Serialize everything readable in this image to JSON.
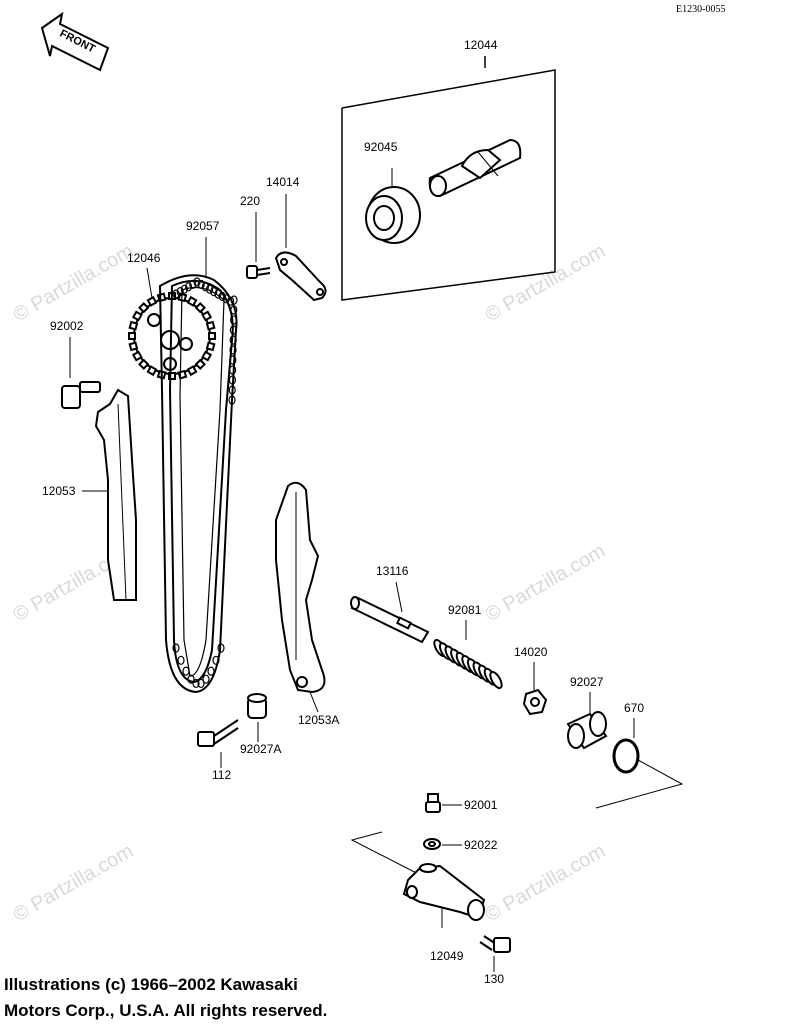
{
  "diagram": {
    "id": "E1230-0055",
    "front_arrow_label": "FRONT",
    "watermark": "© Partzilla.com",
    "copyright_line1": "Illustrations (c) 1966–2002 Kawasaki",
    "copyright_line2": "Motors Corp., U.S.A.  All rights reserved."
  },
  "parts": {
    "p12044": "12044",
    "p92045": "92045",
    "p14014": "14014",
    "p220": "220",
    "p92057": "92057",
    "p12046": "12046",
    "p92002": "92002",
    "p12053": "12053",
    "p13116": "13116",
    "p92081": "92081",
    "p14020": "14020",
    "p92027": "92027",
    "p670": "670",
    "p12053A": "12053A",
    "p112": "112",
    "p92027A": "92027A",
    "p92001": "92001",
    "p92022": "92022",
    "p12049": "12049",
    "p130": "130"
  }
}
